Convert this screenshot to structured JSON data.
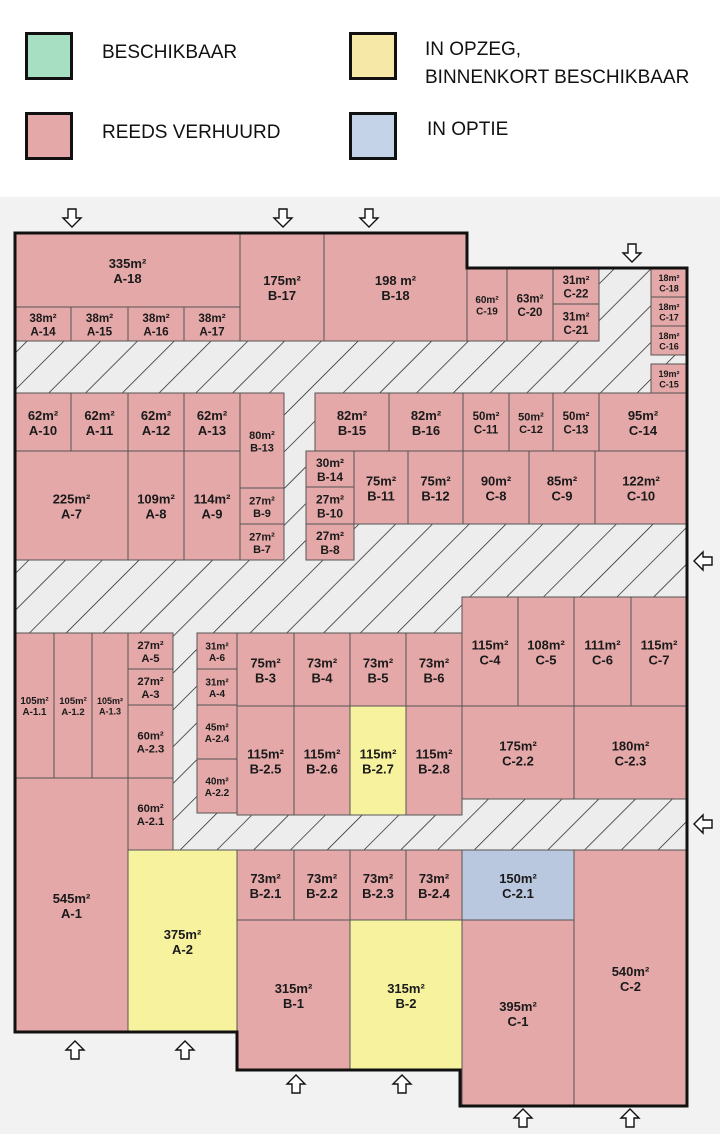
{
  "legend": {
    "available": "BESCHIKBAAR",
    "rented": "REEDS VERHUURD",
    "notice_line1": "IN OPZEG,",
    "notice_line2": "BINNENKORT BESCHIKBAAR",
    "option": "IN OPTIE"
  },
  "colors": {
    "available": "#a7dfc2",
    "rented": "#e4a8a8",
    "notice": "#f6f29e",
    "option": "#b9c8df",
    "service": "#e3e3e3",
    "background": "#f2f2f2"
  },
  "units": [
    {
      "id": "A-18",
      "area": "335m²",
      "status": "rented"
    },
    {
      "id": "B-17",
      "area": "175m²",
      "status": "rented"
    },
    {
      "id": "B-18",
      "area": "198 m²",
      "status": "rented"
    },
    {
      "id": "C-19",
      "area": "60m²",
      "status": "rented"
    },
    {
      "id": "C-20",
      "area": "63m²",
      "status": "rented"
    },
    {
      "id": "C-22",
      "area": "31m²",
      "status": "rented"
    },
    {
      "id": "C-21",
      "area": "31m²",
      "status": "rented"
    },
    {
      "id": "C-18",
      "area": "18m²",
      "status": "rented"
    },
    {
      "id": "C-17",
      "area": "18m²",
      "status": "rented"
    },
    {
      "id": "C-16",
      "area": "18m²",
      "status": "rented"
    },
    {
      "id": "C-15",
      "area": "19m²",
      "status": "rented"
    },
    {
      "id": "A-14",
      "area": "38m²",
      "status": "rented"
    },
    {
      "id": "A-15",
      "area": "38m²",
      "status": "rented"
    },
    {
      "id": "A-16",
      "area": "38m²",
      "status": "rented"
    },
    {
      "id": "A-17",
      "area": "38m²",
      "status": "rented"
    },
    {
      "id": "A-10",
      "area": "62m²",
      "status": "rented"
    },
    {
      "id": "A-11",
      "area": "62m²",
      "status": "rented"
    },
    {
      "id": "A-12",
      "area": "62m²",
      "status": "rented"
    },
    {
      "id": "A-13",
      "area": "62m²",
      "status": "rented"
    },
    {
      "id": "B-13",
      "area": "80m²",
      "status": "rented"
    },
    {
      "id": "B-9",
      "area": "27m²",
      "status": "rented"
    },
    {
      "id": "B-7",
      "area": "27m²",
      "status": "rented"
    },
    {
      "id": "A-7",
      "area": "225m²",
      "status": "rented"
    },
    {
      "id": "A-8",
      "area": "109m²",
      "status": "rented"
    },
    {
      "id": "A-9",
      "area": "114m²",
      "status": "rented"
    },
    {
      "id": "B-15",
      "area": "82m²",
      "status": "rented"
    },
    {
      "id": "B-16",
      "area": "82m²",
      "status": "rented"
    },
    {
      "id": "C-11",
      "area": "50m²",
      "status": "rented"
    },
    {
      "id": "C-12",
      "area": "50m²",
      "status": "rented"
    },
    {
      "id": "C-13",
      "area": "50m²",
      "status": "rented"
    },
    {
      "id": "C-14",
      "area": "95m²",
      "status": "rented"
    },
    {
      "id": "B-14",
      "area": "30m²",
      "status": "rented"
    },
    {
      "id": "B-10",
      "area": "27m²",
      "status": "rented"
    },
    {
      "id": "B-8",
      "area": "27m²",
      "status": "rented"
    },
    {
      "id": "B-11",
      "area": "75m²",
      "status": "rented"
    },
    {
      "id": "B-12",
      "area": "75m²",
      "status": "rented"
    },
    {
      "id": "C-8",
      "area": "90m²",
      "status": "rented"
    },
    {
      "id": "C-9",
      "area": "85m²",
      "status": "rented"
    },
    {
      "id": "C-10",
      "area": "122m²",
      "status": "rented"
    },
    {
      "id": "A-1.1",
      "area": "105m²",
      "status": "rented"
    },
    {
      "id": "A-1.2",
      "area": "105m²",
      "status": "rented"
    },
    {
      "id": "A-1.3",
      "area": "105m²",
      "status": "rented"
    },
    {
      "id": "A-5",
      "area": "27m²",
      "status": "rented"
    },
    {
      "id": "A-3",
      "area": "27m²",
      "status": "rented"
    },
    {
      "id": "A-2.3",
      "area": "60m²",
      "status": "rented"
    },
    {
      "id": "A-2.1",
      "area": "60m²",
      "status": "rented"
    },
    {
      "id": "A-6",
      "area": "31m²",
      "status": "rented"
    },
    {
      "id": "A-4",
      "area": "31m²",
      "status": "rented"
    },
    {
      "id": "A-2.4",
      "area": "45m²",
      "status": "rented"
    },
    {
      "id": "A-2.2",
      "area": "40m²",
      "status": "rented"
    },
    {
      "id": "B-3",
      "area": "75m²",
      "status": "rented"
    },
    {
      "id": "B-4",
      "area": "73m²",
      "status": "rented"
    },
    {
      "id": "B-5",
      "area": "73m²",
      "status": "rented"
    },
    {
      "id": "B-6",
      "area": "73m²",
      "status": "rented"
    },
    {
      "id": "B-2.5",
      "area": "115m²",
      "status": "rented"
    },
    {
      "id": "B-2.6",
      "area": "115m²",
      "status": "rented"
    },
    {
      "id": "B-2.7",
      "area": "115m²",
      "status": "notice"
    },
    {
      "id": "B-2.8",
      "area": "115m²",
      "status": "rented"
    },
    {
      "id": "C-4",
      "area": "115m²",
      "status": "rented"
    },
    {
      "id": "C-5",
      "area": "108m²",
      "status": "rented"
    },
    {
      "id": "C-6",
      "area": "111m²",
      "status": "rented"
    },
    {
      "id": "C-7",
      "area": "115m²",
      "status": "rented"
    },
    {
      "id": "C-2.2",
      "area": "175m²",
      "status": "rented"
    },
    {
      "id": "C-2.3",
      "area": "180m²",
      "status": "rented"
    },
    {
      "id": "A-1",
      "area": "545m²",
      "status": "rented"
    },
    {
      "id": "A-2",
      "area": "375m²",
      "status": "notice"
    },
    {
      "id": "B-2.1",
      "area": "73m²",
      "status": "rented"
    },
    {
      "id": "B-2.2",
      "area": "73m²",
      "status": "rented"
    },
    {
      "id": "B-2.3",
      "area": "73m²",
      "status": "rented"
    },
    {
      "id": "B-2.4",
      "area": "73m²",
      "status": "rented"
    },
    {
      "id": "C-2.1",
      "area": "150m²",
      "status": "option"
    },
    {
      "id": "B-1",
      "area": "315m²",
      "status": "rented"
    },
    {
      "id": "B-2",
      "area": "315m²",
      "status": "notice"
    },
    {
      "id": "C-1",
      "area": "395m²",
      "status": "rented"
    },
    {
      "id": "C-2",
      "area": "540m²",
      "status": "rented"
    }
  ],
  "entrance_icon": "outline-arrow-icon"
}
